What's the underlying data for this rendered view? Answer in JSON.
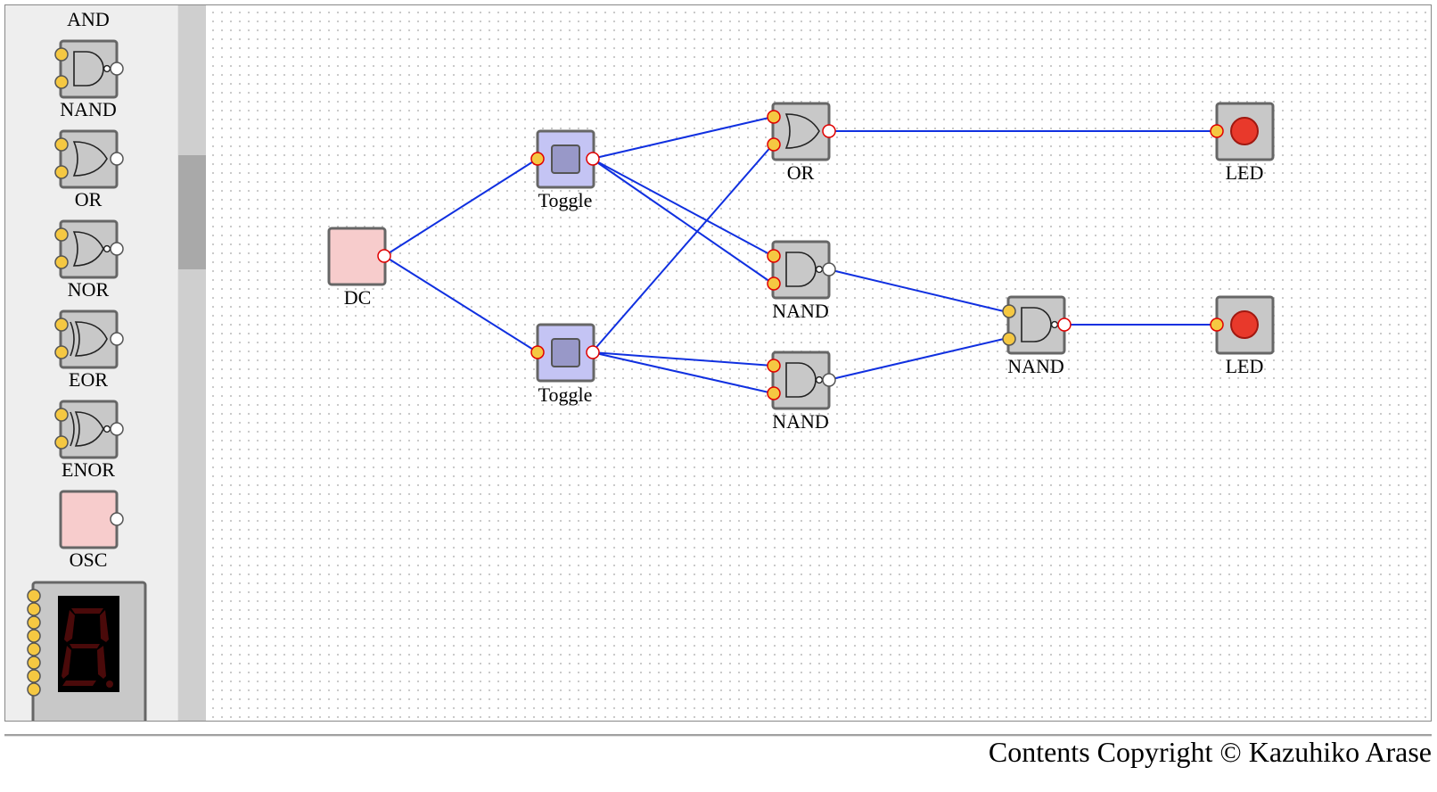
{
  "toolbox": {
    "items": [
      {
        "label": "AND"
      },
      {
        "label": "NAND"
      },
      {
        "label": "OR"
      },
      {
        "label": "NOR"
      },
      {
        "label": "EOR"
      },
      {
        "label": "ENOR"
      },
      {
        "label": "OSC"
      }
    ],
    "seven_segment": {
      "icon": "seven-segment-display-icon"
    }
  },
  "circuit": {
    "devices": {
      "dc": {
        "label": "DC"
      },
      "toggle_top": {
        "label": "Toggle"
      },
      "toggle_bottom": {
        "label": "Toggle"
      },
      "or_gate": {
        "label": "OR"
      },
      "nand_middle": {
        "label": "NAND"
      },
      "nand_lower": {
        "label": "NAND"
      },
      "nand_right": {
        "label": "NAND"
      },
      "led_top": {
        "label": "LED",
        "state": "on"
      },
      "led_bottom": {
        "label": "LED",
        "state": "on"
      }
    },
    "colors": {
      "wire": "#1030e0",
      "device_body": "#c8c8c8",
      "toggle_body": "#c4c4f4",
      "dc_body": "#f7cccc",
      "input_pin": "#f5c842",
      "led_on": "#e8392b",
      "hot_pin": "#e00000"
    }
  },
  "footer": {
    "copyright": "Contents Copyright © Kazuhiko Arase"
  }
}
